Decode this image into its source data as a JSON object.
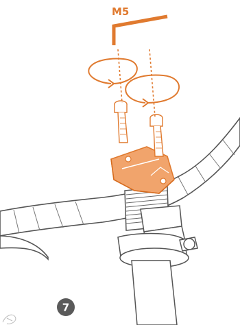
{
  "diagram": {
    "tool_label": "M5",
    "step_number": "7",
    "colors": {
      "accent": "#e07a2f",
      "accent_fill": "#f1a46c",
      "line": "#555555",
      "step_badge": "#5a5a5a"
    },
    "icons": [
      "hex-key-icon",
      "rotation-arrow-icon",
      "bolt-icon",
      "mount-bracket",
      "handlebar",
      "stem-clamp",
      "seatpost"
    ]
  }
}
